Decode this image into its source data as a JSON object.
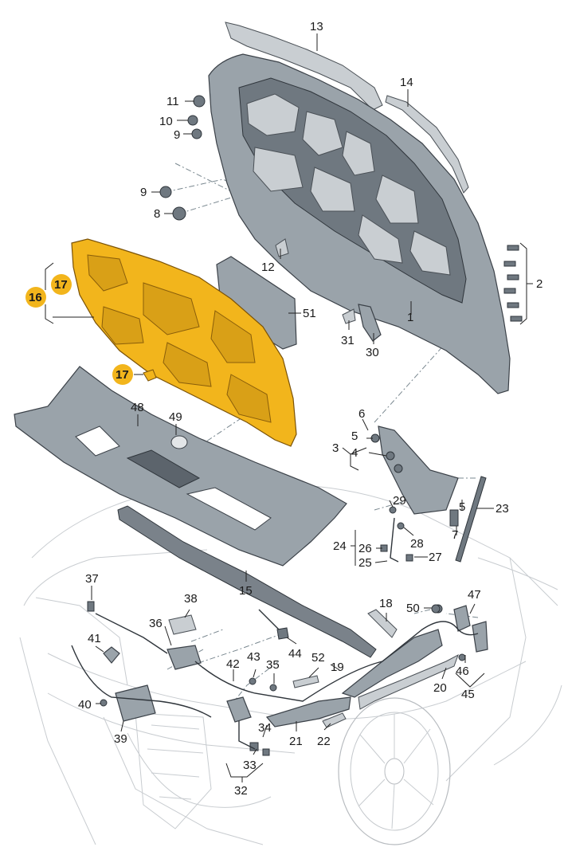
{
  "colors": {
    "highlight": "#f2b51c",
    "highlight_dark": "#b77f0d",
    "part_gray": "#9aa3aa",
    "outline": "#3b4148",
    "car_outline": "#c8ccd0"
  },
  "callouts": {
    "c1": "1",
    "c2": "2",
    "c3": "3",
    "c4": "4",
    "c5a": "5",
    "c5b": "5",
    "c6": "6",
    "c7": "7",
    "c8": "8",
    "c9a": "9",
    "c9b": "9",
    "c10": "10",
    "c11": "11",
    "c12": "12",
    "c13": "13",
    "c14": "14",
    "c15": "15",
    "c16": "16",
    "c17a": "17",
    "c17b": "17",
    "c18": "18",
    "c19": "19",
    "c20": "20",
    "c21": "21",
    "c22": "22",
    "c23": "23",
    "c24": "24",
    "c25": "25",
    "c26": "26",
    "c27": "27",
    "c28": "28",
    "c29": "29",
    "c30": "30",
    "c31": "31",
    "c32": "32",
    "c33": "33",
    "c34": "34",
    "c35": "35",
    "c36": "36",
    "c37": "37",
    "c38": "38",
    "c39": "39",
    "c40": "40",
    "c41": "41",
    "c42": "42",
    "c43": "43",
    "c44": "44",
    "c45": "45",
    "c46": "46",
    "c47": "47",
    "c48": "48",
    "c49": "49",
    "c50": "50",
    "c51": "51",
    "c52": "52"
  },
  "highlighted_parts": [
    "16",
    "17"
  ]
}
